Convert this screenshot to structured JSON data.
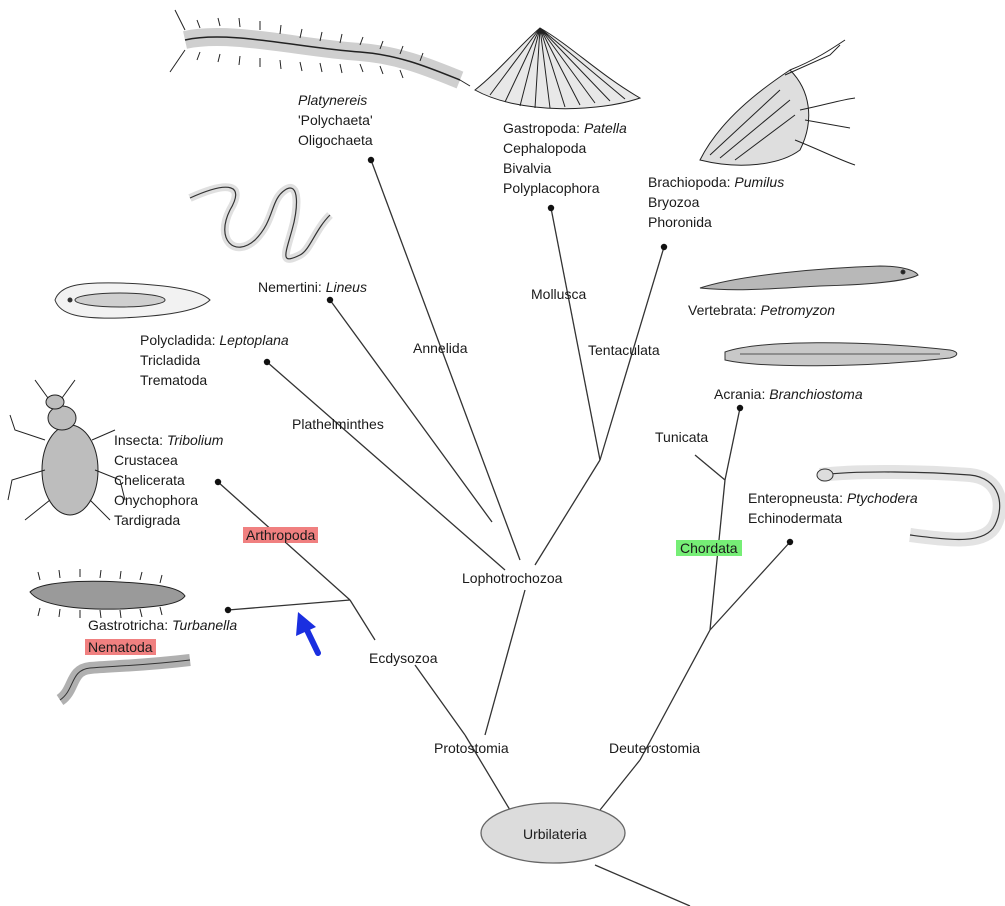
{
  "root": {
    "label": "Urbilateria"
  },
  "clades": {
    "protostomia": "Protostomia",
    "deuterostomia": "Deuterostomia",
    "ecdysozoa": "Ecdysozoa",
    "lophotrochozoa": "Lophotrochozoa",
    "arthropoda": "Arthropoda",
    "nematoda": "Nematoda",
    "chordata": "Chordata",
    "tunicata": "Tunicata",
    "platyhelminthes": "Plathelminthes",
    "annelida": "Annelida",
    "mollusca": "Mollusca",
    "tentaculata": "Tentaculata"
  },
  "taxa": {
    "annelid": {
      "italic": "Platynereis",
      "lines": [
        "'Polychaeta'",
        "Oligochaeta"
      ]
    },
    "mollusc": {
      "prefix": "Gastropoda: ",
      "italic": "Patella",
      "lines": [
        "Cephalopoda",
        "Bivalvia",
        "Polyplacophora"
      ]
    },
    "brachiopod": {
      "prefix": "Brachiopoda: ",
      "italic": "Pumilus",
      "lines": [
        "Bryozoa",
        "Phoronida"
      ]
    },
    "nemertine": {
      "prefix": "Nemertini: ",
      "italic": "Lineus"
    },
    "flatworm": {
      "prefix": "Polycladida: ",
      "italic": "Leptoplana",
      "lines": [
        "Tricladida",
        "Trematoda"
      ]
    },
    "insect": {
      "prefix": "Insecta: ",
      "italic": "Tribolium",
      "lines": [
        "Crustacea",
        "Chelicerata",
        "Onychophora",
        "Tardigrada"
      ]
    },
    "gastrotrich": {
      "prefix": "Gastrotricha: ",
      "italic": "Turbanella"
    },
    "vertebrate": {
      "prefix": "Vertebrata: ",
      "italic": "Petromyzon"
    },
    "acrania": {
      "prefix": "Acrania: ",
      "italic": "Branchiostoma"
    },
    "hemichordate": {
      "prefix": "Enteropneusta: ",
      "italic": "Ptychodera",
      "lines": [
        "Echinodermata"
      ]
    }
  },
  "colors": {
    "highlight_red": "#f08080",
    "highlight_green": "#76ee76",
    "arrow": "#1a2fe0",
    "line": "#333333",
    "root_fill": "#dcdcdc"
  },
  "illustrations": [
    "polychaete-worm",
    "limpet-shell",
    "brachiopod",
    "nemertine-worm",
    "flatworm",
    "lamprey",
    "lancelet",
    "acorn-worm",
    "beetle",
    "gastrotrich",
    "nematode-worm"
  ]
}
